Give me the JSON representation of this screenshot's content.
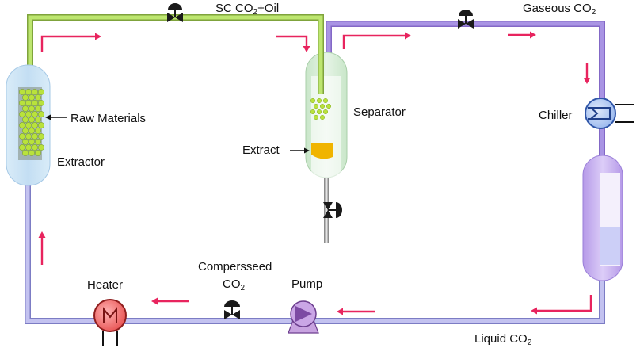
{
  "labels": {
    "sc_co2_oil": {
      "main": "SC CO",
      "sub": "2",
      "tail": "+Oil"
    },
    "gaseous_co2": {
      "main": "Gaseous CO",
      "sub": "2"
    },
    "raw_materials": "Raw Materials",
    "extractor": "Extractor",
    "separator": "Separator",
    "extract": "Extract",
    "chiller": "Chiller",
    "compressed_line1": "Compersseed",
    "compressed_line2": {
      "main": "CO",
      "sub": "2"
    },
    "heater": "Heater",
    "pump": "Pump",
    "liquid_co2": {
      "main": "Liquid CO",
      "sub": "2"
    }
  },
  "colors": {
    "supercritical_line": "#b5e46b",
    "gas_line": "#a58de0",
    "liquid_line": "#b9b8ec",
    "flow_arrow": "#e8245e",
    "extractor_vessel": "#cfe6f6",
    "separator_vessel": "#d4ecd4",
    "extract_fill": "#f0b400",
    "particle": "#b9e23c",
    "chiller": "#5c8ee6",
    "liquid_tank": "#c7b1f2",
    "heater": "#f47070",
    "pump": "#b58ddc"
  },
  "icons": {
    "valve": "valve-icon",
    "heater": "heater-icon",
    "pump": "pump-icon",
    "chiller": "chiller-icon"
  }
}
